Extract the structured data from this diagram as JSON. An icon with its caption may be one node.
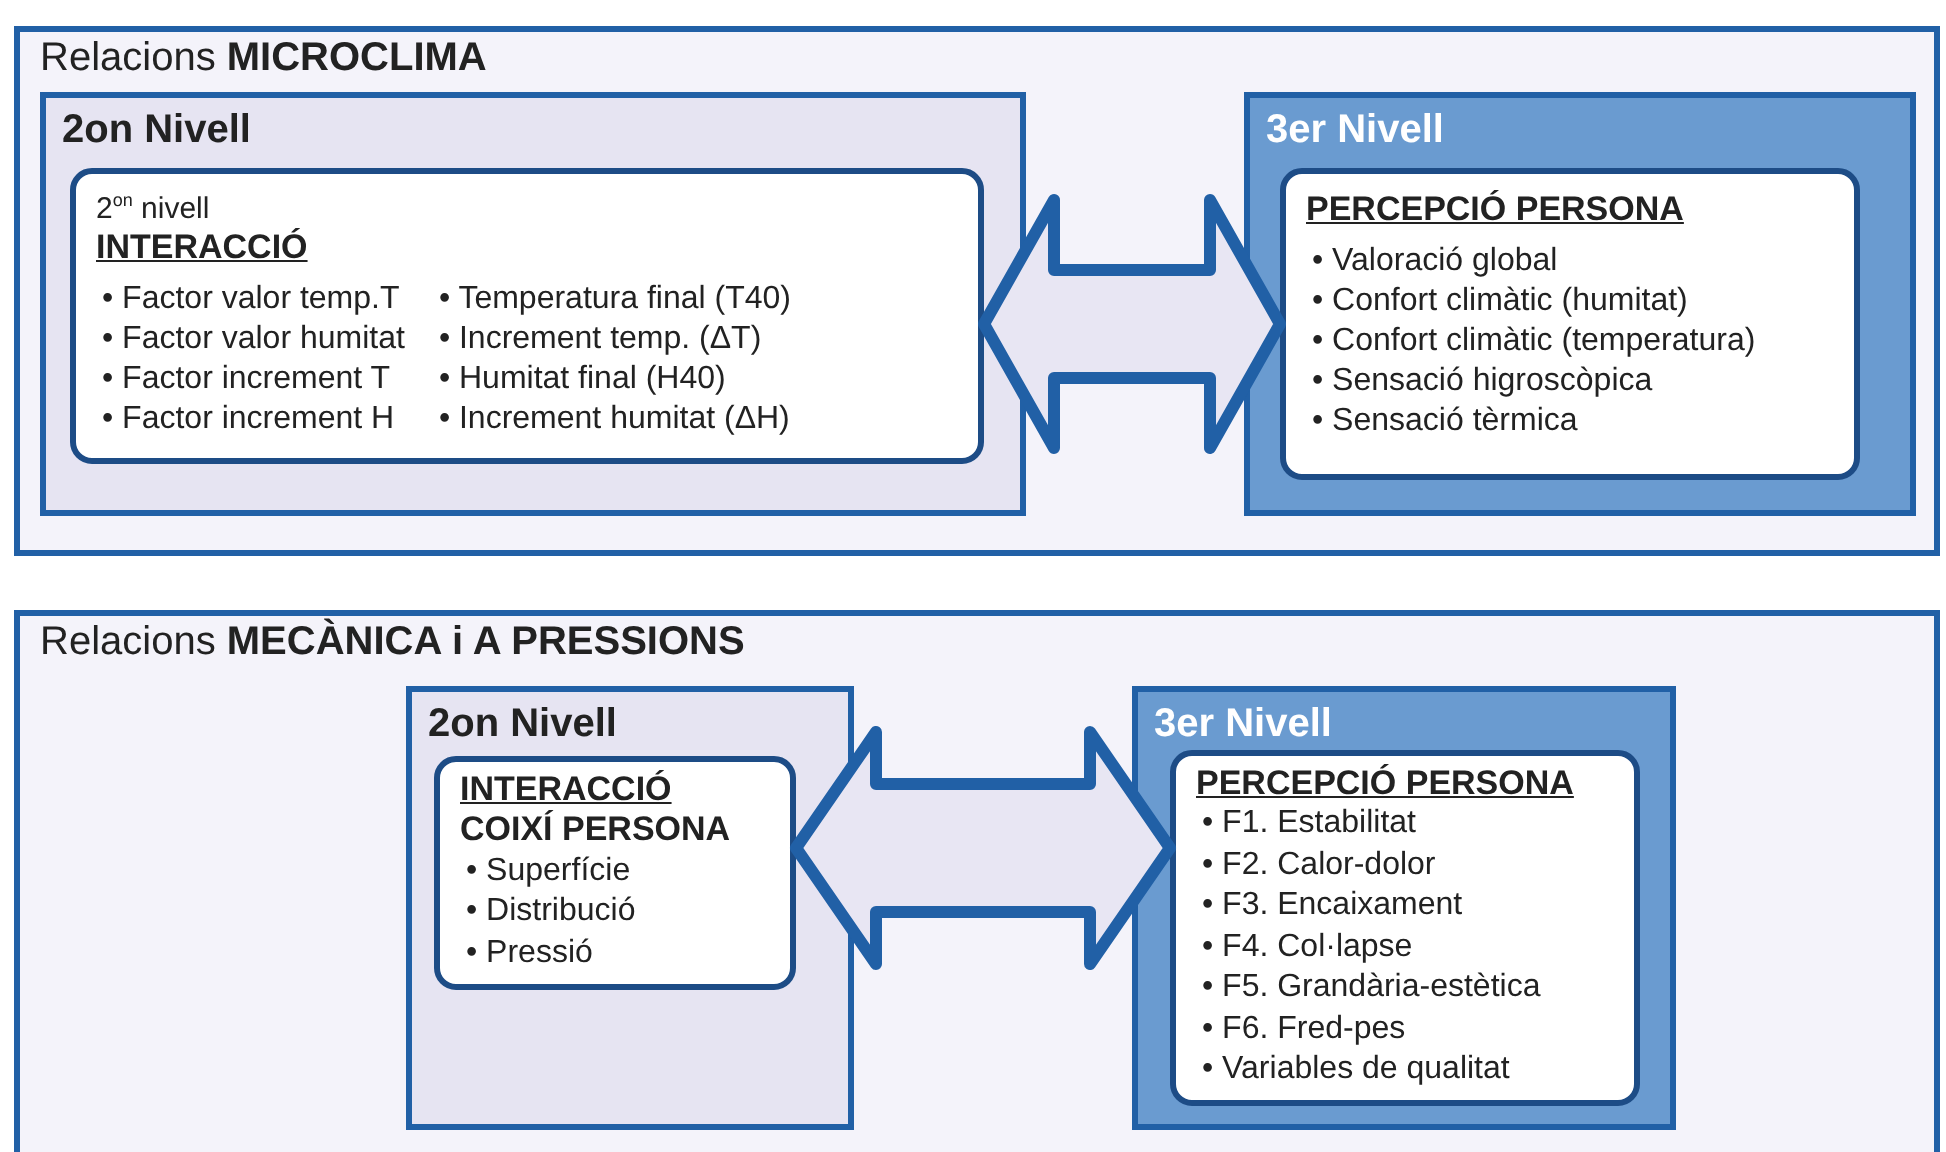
{
  "diagram": {
    "nodes": [
      {
        "text": [
          "Relacions **MICROCLIMA**"
        ]
      },
      {
        "text": [
          "2on Nivell"
        ],
        "in": 0
      },
      {
        "text": [
          "2$^{on}$ nivell",
          "INTERACCIÓ",
          "• Factor valor temp.T",
          "• Factor valor humitat",
          "• Factor increment T",
          "• Factor increment H",
          "• Temperatura final (T40)",
          "• Increment temp. (ΔT)",
          "• Humitat final (H40)",
          "• Increment humitat (ΔH)"
        ],
        "in": 1
      },
      {
        "text": [
          "3er Nivell"
        ],
        "in": 0
      },
      {
        "text": [
          "PERCEPCIÓ PERSONA",
          "• Valoració global",
          "• Confort climàtic (humitat)",
          "• Confort climàtic (temperatura)",
          "• Sensació higroscòpica",
          "• Sensació tèrmica"
        ],
        "in": 3
      },
      {
        "text": [
          "Relacions **MECÀNICA i A PRESSIONS**"
        ]
      },
      {
        "text": [
          "2on Nivell"
        ],
        "in": 5
      },
      {
        "text": [
          "INTERACCIÓ",
          "COIXÍ PERSONA",
          "• Superfície",
          "• Distribució",
          "• Pressió"
        ],
        "in": 6
      },
      {
        "text": [
          "3er Nivell"
        ],
        "in": 5
      },
      {
        "text": [
          "PERCEPCIÓ PERSONA",
          "• F1. Estabilitat",
          "• F2. Calor-dolor",
          "• F3. Encaixament",
          "• F4. Col·lapse",
          "• F5. Grandària-estètica",
          "• F6. Fred-pes",
          "• Variables de qualitat"
        ],
        "in": 8
      }
    ],
    "edges": [
      {
        "from": 2,
        "to": 4,
        "arrow": "both"
      },
      {
        "from": 7,
        "to": 9,
        "arrow": "both"
      }
    ]
  }
}
